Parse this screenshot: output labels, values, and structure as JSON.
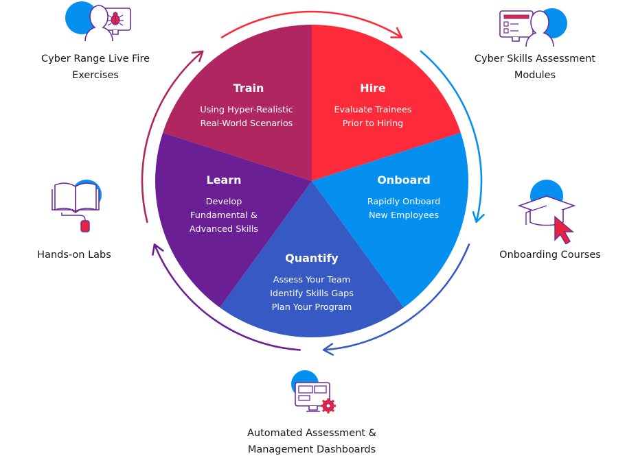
{
  "diagram": {
    "type": "cycle-pie",
    "wedges": [
      {
        "id": "train",
        "title": "Train",
        "lines": [
          "Using Hyper-Realistic",
          "Real-World Scenarios"
        ],
        "color": "#fd2b3a"
      },
      {
        "id": "hire",
        "title": "Hire",
        "lines": [
          "Evaluate Trainees",
          "Prior to Hiring"
        ],
        "color": "#0590f0"
      },
      {
        "id": "onboard",
        "title": "Onboard",
        "lines": [
          "Rapidly Onboard",
          "New Employees"
        ],
        "color": "#3659c4"
      },
      {
        "id": "quantify",
        "title": "Quantify",
        "lines": [
          "Assess Your Team",
          "Identify Skills Gaps",
          "Plan Your Program"
        ],
        "color": "#6a1f95"
      },
      {
        "id": "learn",
        "title": "Learn",
        "lines": [
          "Develop",
          "Fundamental &",
          "Advanced Skills"
        ],
        "color": "#b02660"
      }
    ],
    "ring_arrows": [
      {
        "id": "train-to-hire",
        "color": "#fd2b3a"
      },
      {
        "id": "hire-to-onboard",
        "color": "#0590f0"
      },
      {
        "id": "onboard-to-quantify",
        "color": "#3659c4"
      },
      {
        "id": "quantify-to-learn",
        "color": "#6a1f95"
      },
      {
        "id": "learn-to-train",
        "color": "#b02660"
      }
    ]
  },
  "features": [
    {
      "id": "cyber-range",
      "lines": [
        "Cyber Range Live Fire",
        "Exercises"
      ],
      "icon": "person-monitor-bug-icon"
    },
    {
      "id": "skills-assessment",
      "lines": [
        "Cyber Skills Assessment",
        "Modules"
      ],
      "icon": "monitor-checklist-person-icon"
    },
    {
      "id": "hands-on-labs",
      "lines": [
        "Hands-on Labs"
      ],
      "icon": "book-mouse-icon"
    },
    {
      "id": "onboarding-courses",
      "lines": [
        "Onboarding Courses"
      ],
      "icon": "graduation-cap-cursor-icon"
    },
    {
      "id": "dashboards",
      "lines": [
        "Automated Assessment &",
        "Management Dashboards"
      ],
      "icon": "monitor-gear-icon"
    }
  ],
  "colors": {
    "accent_blue": "#0590f0",
    "accent_red": "#fd2b3a",
    "icon_stroke": "#6a2a9a",
    "icon_fill_red": "#e8233f"
  }
}
